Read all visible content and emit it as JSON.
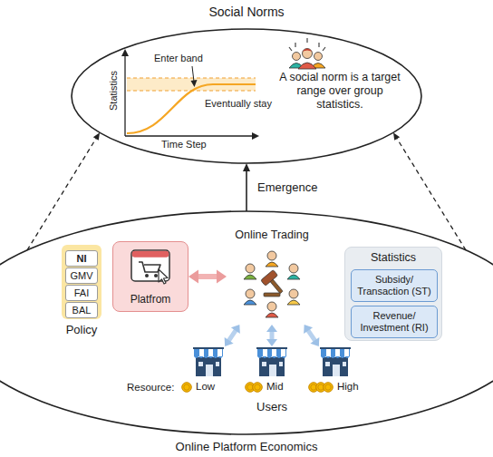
{
  "diagram": {
    "nodes": [
      {
        "text": [
          "Social Norms",
          "A social norm is a target range over group statistics."
        ]
      },
      {
        "text": [
          "Online Platform Economics"
        ]
      },
      {
        "text": [
          "Policy"
        ],
        "in": 1
      },
      {
        "text": [
          "NI"
        ],
        "in": 2
      },
      {
        "text": [
          "GMV"
        ],
        "in": 2
      },
      {
        "text": [
          "FAI"
        ],
        "in": 2
      },
      {
        "text": [
          "BAL"
        ],
        "in": 2
      },
      {
        "text": [
          "Platfrom"
        ],
        "in": 1
      },
      {
        "text": [
          "Statistics"
        ],
        "in": 1
      },
      {
        "text": [
          "Subsidy/ Transaction (ST)"
        ],
        "in": 8
      },
      {
        "text": [
          "Revenue/ Investment (RI)"
        ],
        "in": 8
      },
      {
        "text": [
          "Online Trading"
        ],
        "in": 1
      },
      {
        "text": [
          "Low"
        ],
        "in": 1
      },
      {
        "text": [
          "Mid"
        ],
        "in": 1
      },
      {
        "text": [
          "High"
        ],
        "in": 1
      }
    ],
    "edges": [
      {
        "from": 1,
        "to": 0,
        "arrow": "to",
        "label": "Emergence"
      },
      {
        "from": 1,
        "to": 0,
        "arrow": "to"
      },
      {
        "from": 1,
        "to": 0,
        "arrow": "to"
      },
      {
        "from": 7,
        "to": 11,
        "arrow": "both"
      },
      {
        "from": 11,
        "to": 12,
        "arrow": "both"
      },
      {
        "from": 11,
        "to": 13,
        "arrow": "both"
      },
      {
        "from": 11,
        "to": 14,
        "arrow": "both"
      }
    ],
    "labels": [
      "Statistics",
      "Time Step",
      "Enter band",
      "Eventually stay",
      "Resource:",
      "Users"
    ]
  }
}
